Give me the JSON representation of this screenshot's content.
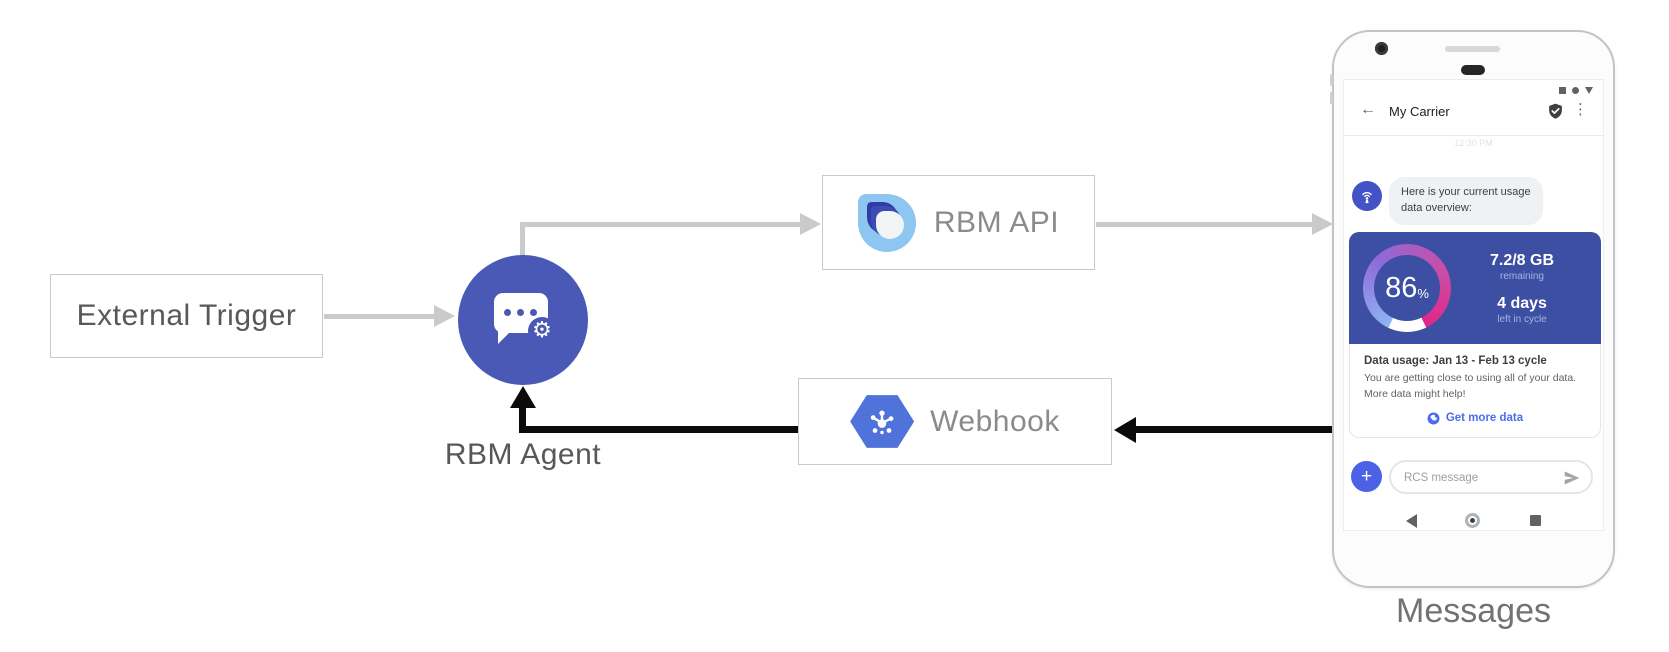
{
  "diagram": {
    "nodes": {
      "external_trigger": "External Trigger",
      "rbm_agent": "RBM Agent",
      "rbm_api": "RBM API",
      "webhook": "Webhook"
    },
    "phone_caption": "Messages",
    "colors": {
      "agent_circle": "#4a59b5",
      "webhook_hexagon": "#4f73da",
      "rbm_logo_light_blue": "#8dc6f0",
      "rbm_logo_dark_blue": "#2e3da5",
      "gray_arrow": "#c9cacb",
      "black_arrow": "#0b0b0b"
    }
  },
  "phone": {
    "header": {
      "back_glyph": "←",
      "title": "My Carrier",
      "menu_glyph": "⋮"
    },
    "timestamp": "12:30 PM",
    "message_bubble": {
      "line1": "Here is your current usage",
      "line2": "data overview:"
    },
    "usage_card": {
      "card_color": "#3d4fa3",
      "percent_value": "86",
      "percent_unit": "%",
      "quota": "7.2/8 GB",
      "quota_label": "remaining",
      "days": "4 days",
      "days_label": "left in cycle",
      "title": "Data usage: Jan 13 - Feb 13 cycle",
      "body_line1": "You are getting close to using all of your data.",
      "body_line2": "More data might help!",
      "action_label": "Get more data",
      "action_color": "#4d6bee"
    },
    "compose": {
      "plus_glyph": "+",
      "placeholder": "RCS message"
    }
  }
}
